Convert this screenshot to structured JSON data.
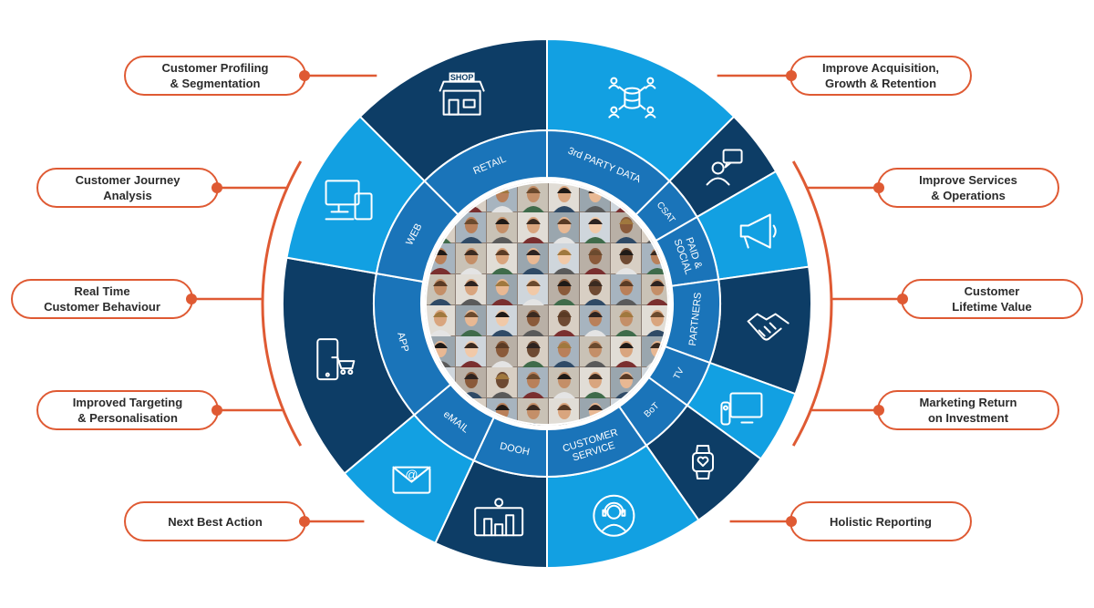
{
  "colors": {
    "dark_blue": "#0d3d66",
    "mid_blue": "#1a74b9",
    "light_blue": "#12a0e2",
    "accent_orange": "#df5a33"
  },
  "segments": [
    {
      "label": "RETAIL",
      "icon": "shop-icon",
      "shop_text": "SHOP",
      "a0": -45,
      "a1": 0,
      "shade": "dark_blue"
    },
    {
      "label": "3rd PARTY DATA",
      "icon": "database-network-icon",
      "a0": 0,
      "a1": 45,
      "shade": "light_blue"
    },
    {
      "label": "CSAT",
      "icon": "chat-user-icon",
      "a0": 45,
      "a1": 60,
      "shade": "dark_blue"
    },
    {
      "label": "PAID & SOCIAL",
      "icon": "megaphone-icon",
      "a0": 60,
      "a1": 82,
      "shade": "light_blue"
    },
    {
      "label": "PARTNERS",
      "icon": "handshake-icon",
      "a0": 82,
      "a1": 110,
      "shade": "dark_blue"
    },
    {
      "label": "TV",
      "icon": "tv-remote-icon",
      "a0": 110,
      "a1": 126,
      "shade": "light_blue"
    },
    {
      "label": "BoT",
      "icon": "smartwatch-icon",
      "a0": 126,
      "a1": 145,
      "shade": "dark_blue"
    },
    {
      "label": "CUSTOMER SERVICE",
      "icon": "headset-agent-icon",
      "a0": 145,
      "a1": 180,
      "shade": "light_blue"
    },
    {
      "label": "DOOH",
      "icon": "billboard-icon",
      "a0": 180,
      "a1": 205,
      "shade": "dark_blue"
    },
    {
      "label": "eMAIL",
      "icon": "email-icon",
      "a0": 205,
      "a1": 230,
      "shade": "light_blue"
    },
    {
      "label": "APP",
      "icon": "mobile-cart-icon",
      "a0": 230,
      "a1": 280,
      "shade": "dark_blue"
    },
    {
      "label": "WEB",
      "icon": "devices-icon",
      "a0": 280,
      "a1": 315,
      "shade": "light_blue"
    }
  ],
  "left_outcomes": [
    {
      "label": "Customer Profiling\n& Segmentation"
    },
    {
      "label": "Customer Journey\nAnalysis"
    },
    {
      "label": "Real Time\nCustomer Behaviour"
    },
    {
      "label": "Improved Targeting\n& Personalisation"
    },
    {
      "label": "Next Best Action"
    }
  ],
  "right_outcomes": [
    {
      "label": "Improve Acquisition,\nGrowth & Retention"
    },
    {
      "label": "Improve Services\n& Operations"
    },
    {
      "label": "Customer\nLifetime Value"
    },
    {
      "label": "Marketing Return\non Investment"
    },
    {
      "label": "Holistic Reporting"
    }
  ],
  "center": {
    "image": "customer-faces-mosaic"
  }
}
